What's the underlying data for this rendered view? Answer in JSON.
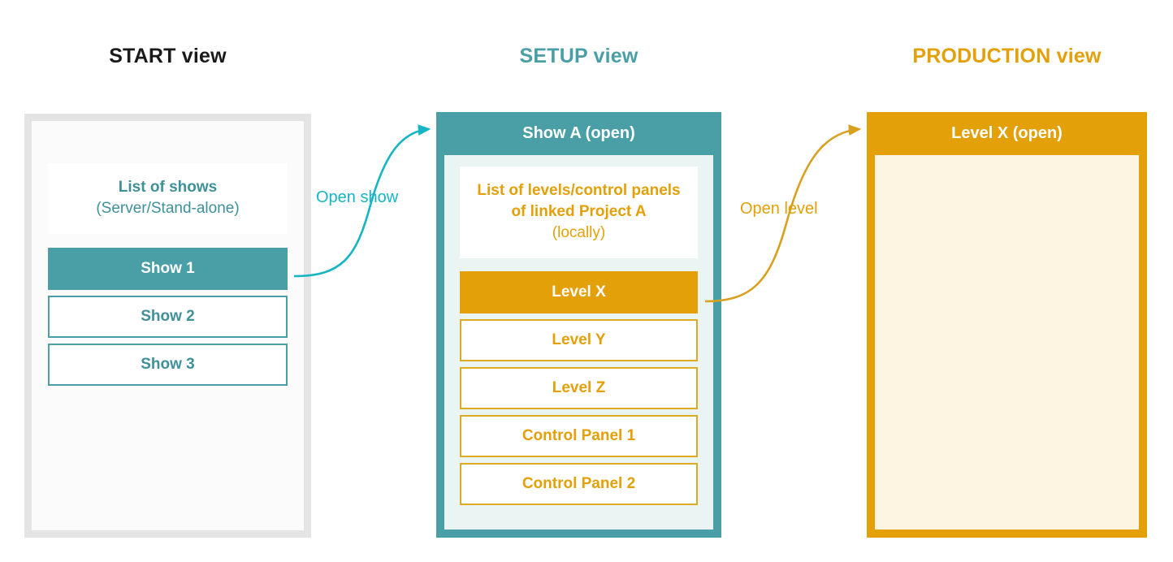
{
  "columns": {
    "start": {
      "title": "START view"
    },
    "setup": {
      "title": "SETUP view"
    },
    "production": {
      "title": "PRODUCTION view"
    }
  },
  "start_panel": {
    "info": {
      "title": "List of shows",
      "subtitle": "(Server/Stand-alone)"
    },
    "items": [
      {
        "label": "Show 1",
        "selected": true
      },
      {
        "label": "Show 2",
        "selected": false
      },
      {
        "label": "Show 3",
        "selected": false
      }
    ]
  },
  "setup_panel": {
    "header": "Show A (open)",
    "info": {
      "line1": "List of levels/control panels",
      "line2": "of linked Project A",
      "subtitle": "(locally)"
    },
    "items": [
      {
        "label": "Level X",
        "selected": true
      },
      {
        "label": "Level Y",
        "selected": false
      },
      {
        "label": "Level Z",
        "selected": false
      },
      {
        "label": "Control Panel 1",
        "selected": false
      },
      {
        "label": "Control Panel 2",
        "selected": false
      }
    ]
  },
  "production_panel": {
    "header": "Level X (open)"
  },
  "arrows": [
    {
      "label": "Open show",
      "color": "#16b5c4"
    },
    {
      "label": "Open level",
      "color": "#e3a008"
    }
  ],
  "colors": {
    "teal": "#4a9fa6",
    "teal_text": "#3f9099",
    "cyan": "#16b5c4",
    "gold": "#e3a008",
    "gold_outline": "#ddaa22",
    "cream": "#fdf5e2",
    "mint": "#e9f4f3",
    "gray_border": "#e4e4e4",
    "black": "#1a1a1a"
  }
}
